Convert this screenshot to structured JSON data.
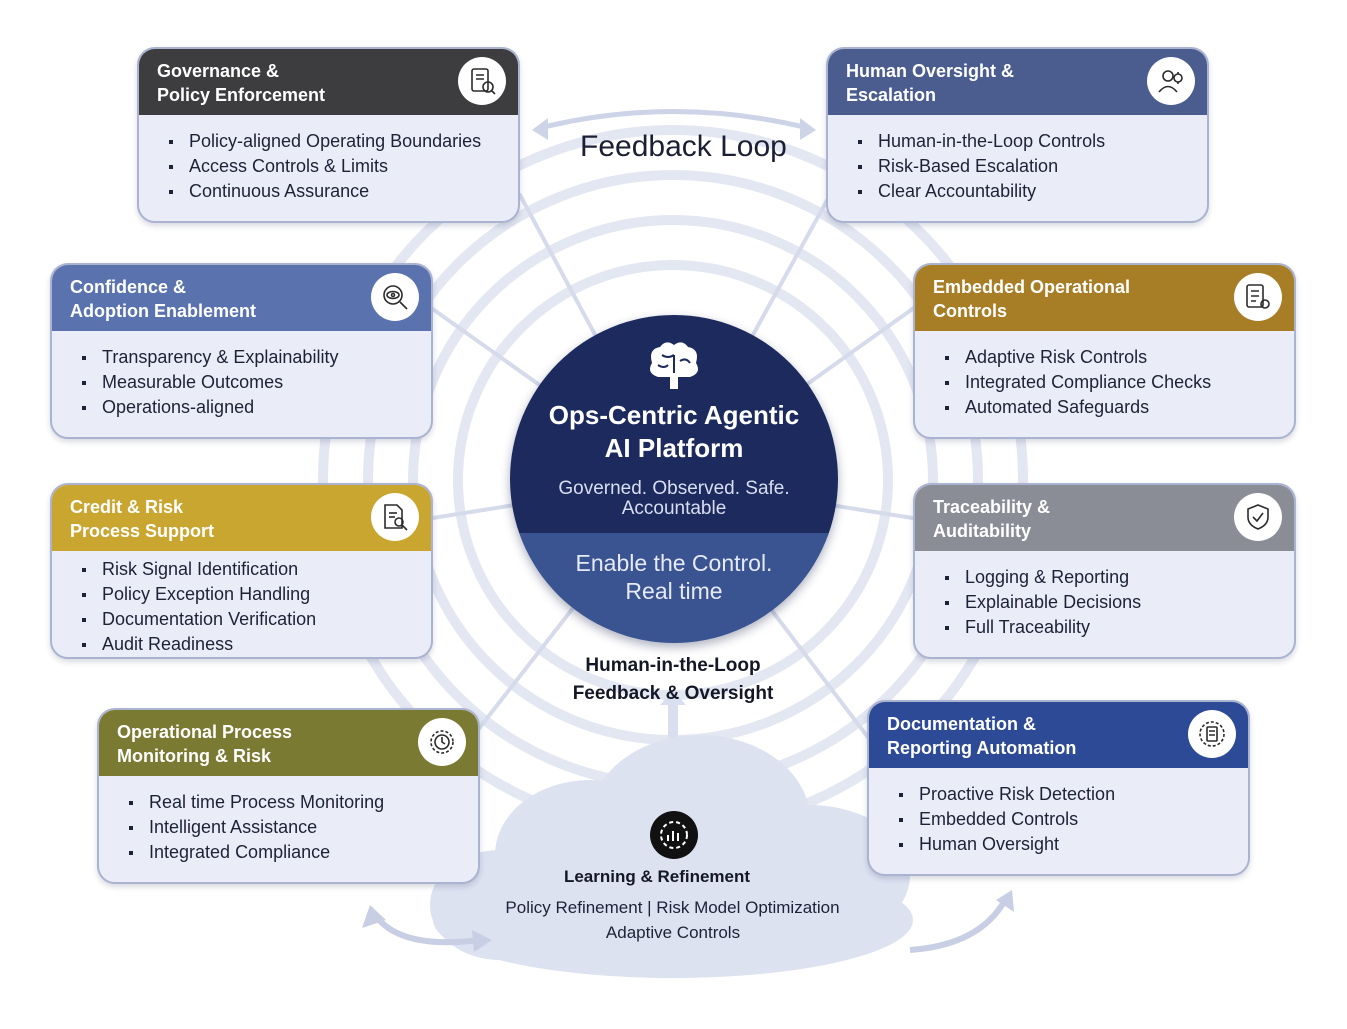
{
  "center": {
    "title_l1": "Ops-Centric Agentic",
    "title_l2": "AI Platform",
    "sub_l1": "Governed. Observed. Safe.",
    "sub_l2": "Accountable",
    "low_l1": "Enable the Control.",
    "low_l2": "Real time",
    "icon": "brain-icon"
  },
  "feedback_loop": "Feedback Loop",
  "hitl": {
    "l1": "Human-in-the-Loop",
    "l2": "Feedback & Oversight"
  },
  "learning": {
    "title": "Learning & Refinement",
    "line1": "Policy Refinement | Risk Model Optimization",
    "line2": "Adaptive Controls",
    "icon": "analytics-gear-icon"
  },
  "colors": {
    "navy": "#1c2a5e",
    "royal": "#3a5391",
    "charcoal": "#3d3d3f",
    "slate": "#4a5d8e",
    "steel": "#5a72ad",
    "amber": "#a77e25",
    "gold": "#c9a62f",
    "gray": "#8a8d96",
    "olive": "#7b7a32",
    "blue": "#2c4a95",
    "card_bg": "#eaedf7"
  },
  "cards": {
    "governance": {
      "title_l1": "Governance &",
      "title_l2": "Policy Enforcement",
      "icon": "policy-document-icon",
      "items": [
        "Policy-aligned Operating Boundaries",
        "Access Controls & Limits",
        "Continuous Assurance"
      ]
    },
    "human_oversight": {
      "title_l1": "Human Oversight &",
      "title_l2": "Escalation",
      "icon": "person-gear-icon",
      "items": [
        "Human-in-the-Loop Controls",
        "Risk-Based Escalation",
        "Clear Accountability"
      ]
    },
    "confidence": {
      "title_l1": "Confidence &",
      "title_l2": "Adoption Enablement",
      "icon": "eye-magnifier-icon",
      "items": [
        "Transparency & Explainability",
        "Measurable Outcomes",
        "Operations-aligned"
      ]
    },
    "embedded": {
      "title_l1": "Embedded Operational",
      "title_l2": "Controls",
      "icon": "checklist-gear-icon",
      "items": [
        "Adaptive Risk Controls",
        "Integrated Compliance Checks",
        "Automated Safeguards"
      ]
    },
    "credit": {
      "title_l1": "Credit & Risk",
      "title_l2": "Process Support",
      "icon": "document-search-icon",
      "items": [
        "Risk Signal Identification",
        "Policy Exception Handling",
        "Documentation Verification",
        "Audit Readiness"
      ]
    },
    "traceability": {
      "title_l1": "Traceability &",
      "title_l2": "Auditability",
      "icon": "audit-shield-icon",
      "items": [
        "Logging & Reporting",
        "Explainable Decisions",
        "Full Traceability"
      ]
    },
    "operational": {
      "title_l1": "Operational Process",
      "title_l2": "Monitoring & Risk",
      "icon": "gear-clock-icon",
      "items": [
        "Real time Process Monitoring",
        "Intelligent Assistance",
        "Integrated Compliance"
      ]
    },
    "documentation": {
      "title_l1": "Documentation &",
      "title_l2": "Reporting Automation",
      "icon": "gear-document-icon",
      "items": [
        "Proactive Risk Detection",
        "Embedded Controls",
        "Human Oversight"
      ]
    }
  }
}
